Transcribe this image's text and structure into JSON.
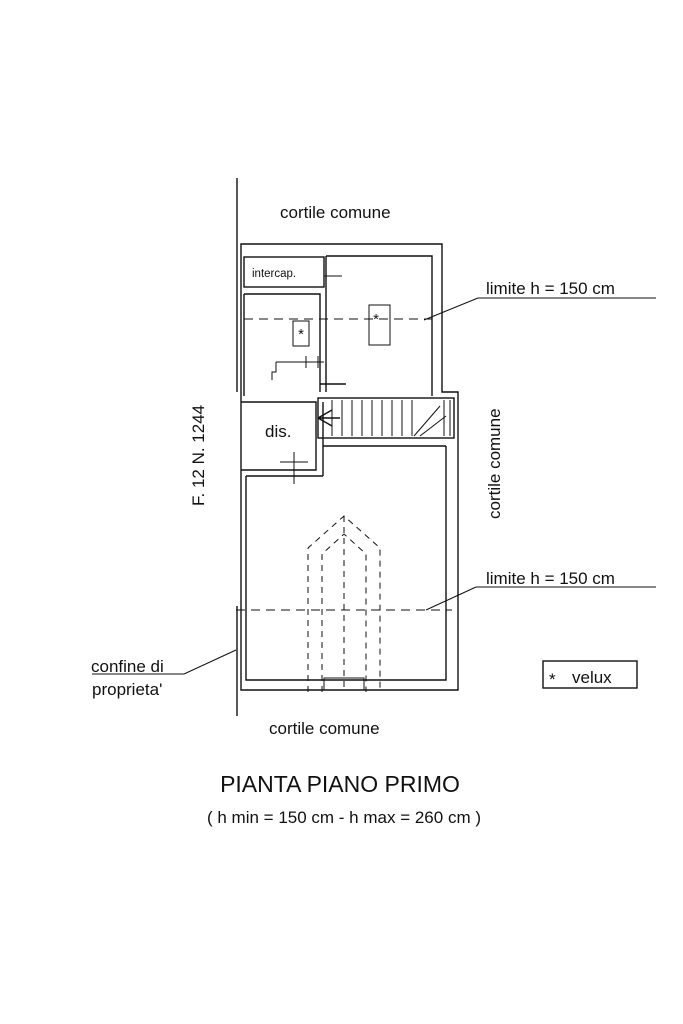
{
  "labels": {
    "cortile_top": "cortile comune",
    "cortile_right": "cortile comune",
    "cortile_bottom": "cortile comune",
    "intercap": "intercap.",
    "dis": "dis.",
    "cadastral": "F. 12 N. 1244",
    "limite_upper": "limite h = 150 cm",
    "limite_lower": "limite h = 150 cm",
    "confine_line1": "confine di",
    "confine_line2": "proprieta'",
    "velux_symbol": "*",
    "velux_marker_1": "*",
    "velux_marker_2": "*",
    "velux_legend_label": "velux"
  },
  "title": "PIANTA PIANO PRIMO",
  "subtitle": "( h min = 150 cm - h max = 260 cm )"
}
